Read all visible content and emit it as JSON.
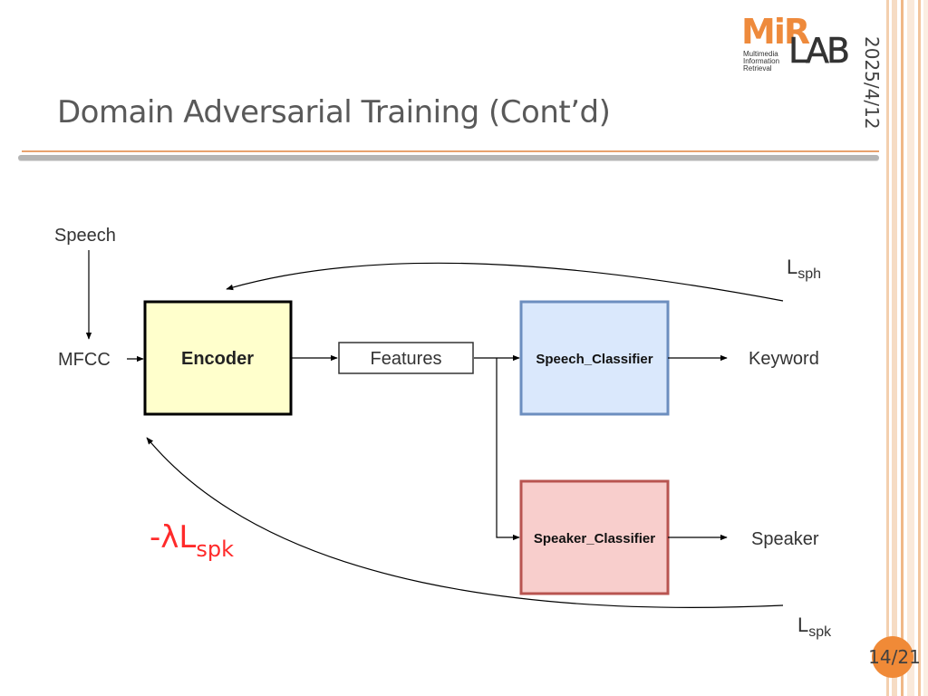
{
  "slide": {
    "title": "Domain Adversarial Training (Cont’d)",
    "date": "2025/4/12",
    "page": "14/21",
    "logo": {
      "mark": "MiR",
      "lab": "LAB",
      "subtitle_lines": [
        "Multimedia",
        "Information",
        "Retrieval"
      ]
    }
  },
  "diagram": {
    "speech": "Speech",
    "mfcc": "MFCC",
    "encoder": "Encoder",
    "features": "Features",
    "speech_classifier": "Speech_Classifier",
    "speaker_classifier": "Speaker_Classifier",
    "keyword": "Keyword",
    "speaker": "Speaker",
    "l_sph": {
      "base": "L",
      "sub": "sph"
    },
    "l_spk": {
      "base": "L",
      "sub": "spk"
    },
    "neg_lambda_l_spk": {
      "base": "-λL",
      "sub": "spk"
    }
  },
  "colors": {
    "accent": "#f08a37",
    "encoder_fill": "#ffffcc",
    "speech_classifier_fill": "#dae8fc",
    "speech_classifier_border": "#6c8ebf",
    "speaker_classifier_fill": "#f8cecc",
    "speaker_classifier_border": "#b85450",
    "red_label": "#ff2a2a"
  }
}
